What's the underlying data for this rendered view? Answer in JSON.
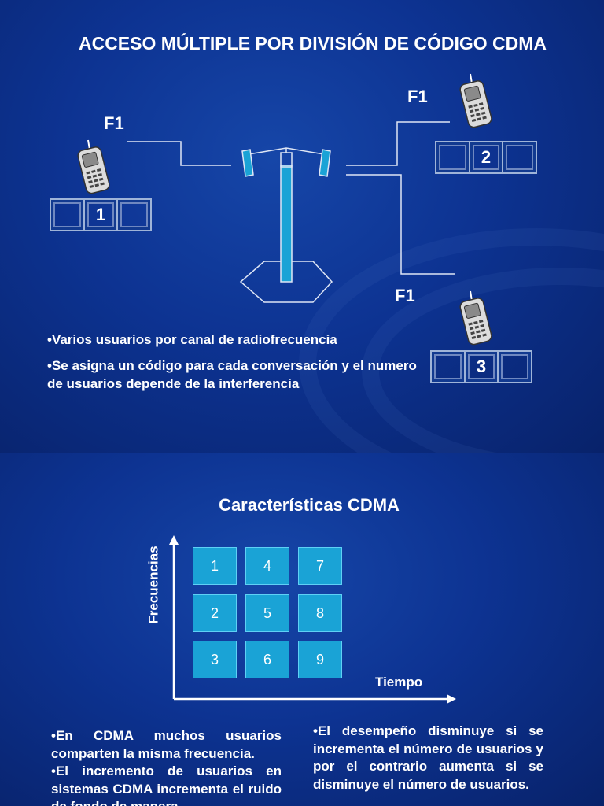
{
  "slide1": {
    "title": "ACCESO MÚLTIPLE POR DIVISIÓN DE CÓDIGO CDMA",
    "freq_label": "F1",
    "users": [
      "1",
      "2",
      "3"
    ],
    "bullets": [
      "•Varios usuarios por canal de radiofrecuencia",
      "•Se asigna un código para cada conversación y el numero de usuarios depende de la interferencia"
    ]
  },
  "slide2": {
    "title": "Características CDMA",
    "y_axis_label": "Frecuencias",
    "x_axis_label": "Tiempo",
    "grid": [
      [
        "1",
        "4",
        "7"
      ],
      [
        "2",
        "5",
        "8"
      ],
      [
        "3",
        "6",
        "9"
      ]
    ],
    "left_text": [
      "•En CDMA muchos usuarios comparten la misma frecuencia.",
      "•El incremento de usuarios en sistemas CDMA incrementa el ruido de fondo de manera"
    ],
    "right_text": "•El desempeño disminuye si se incrementa el número de usuarios y por el contrario aumenta si se disminuye el número de usuarios."
  },
  "colors": {
    "background": "#0d3392",
    "grid_cell": "#1aa3d6",
    "text": "#ffffff"
  },
  "icons": [
    "mobile-phone-icon",
    "antenna-tower-icon"
  ]
}
